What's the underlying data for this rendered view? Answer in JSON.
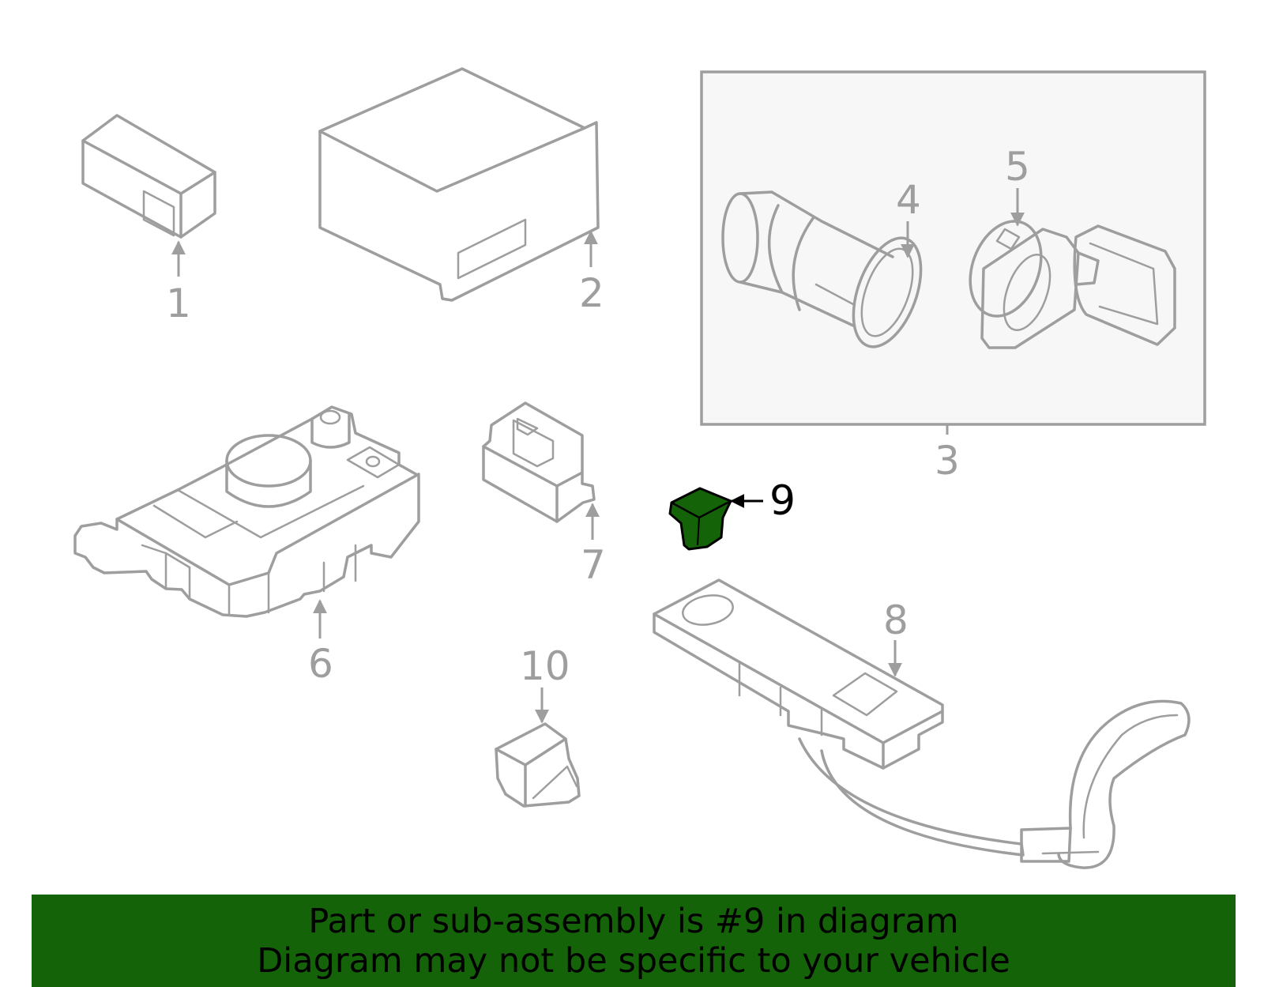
{
  "callouts": {
    "c1": "1",
    "c2": "2",
    "c3": "3",
    "c4": "4",
    "c5": "5",
    "c6": "6",
    "c7": "7",
    "c8": "8",
    "c9": "9",
    "c10": "10"
  },
  "highlight": {
    "part_number": "9",
    "fill_color": "#156308",
    "stroke_color": "#000000"
  },
  "banner": {
    "line1": "Part or sub-assembly is #9 in diagram",
    "line2": "Diagram may not be specific to your vehicle",
    "background_color": "#156308"
  },
  "colors": {
    "line_art": "#9e9e9e",
    "box_fill": "#f7f7f7"
  }
}
